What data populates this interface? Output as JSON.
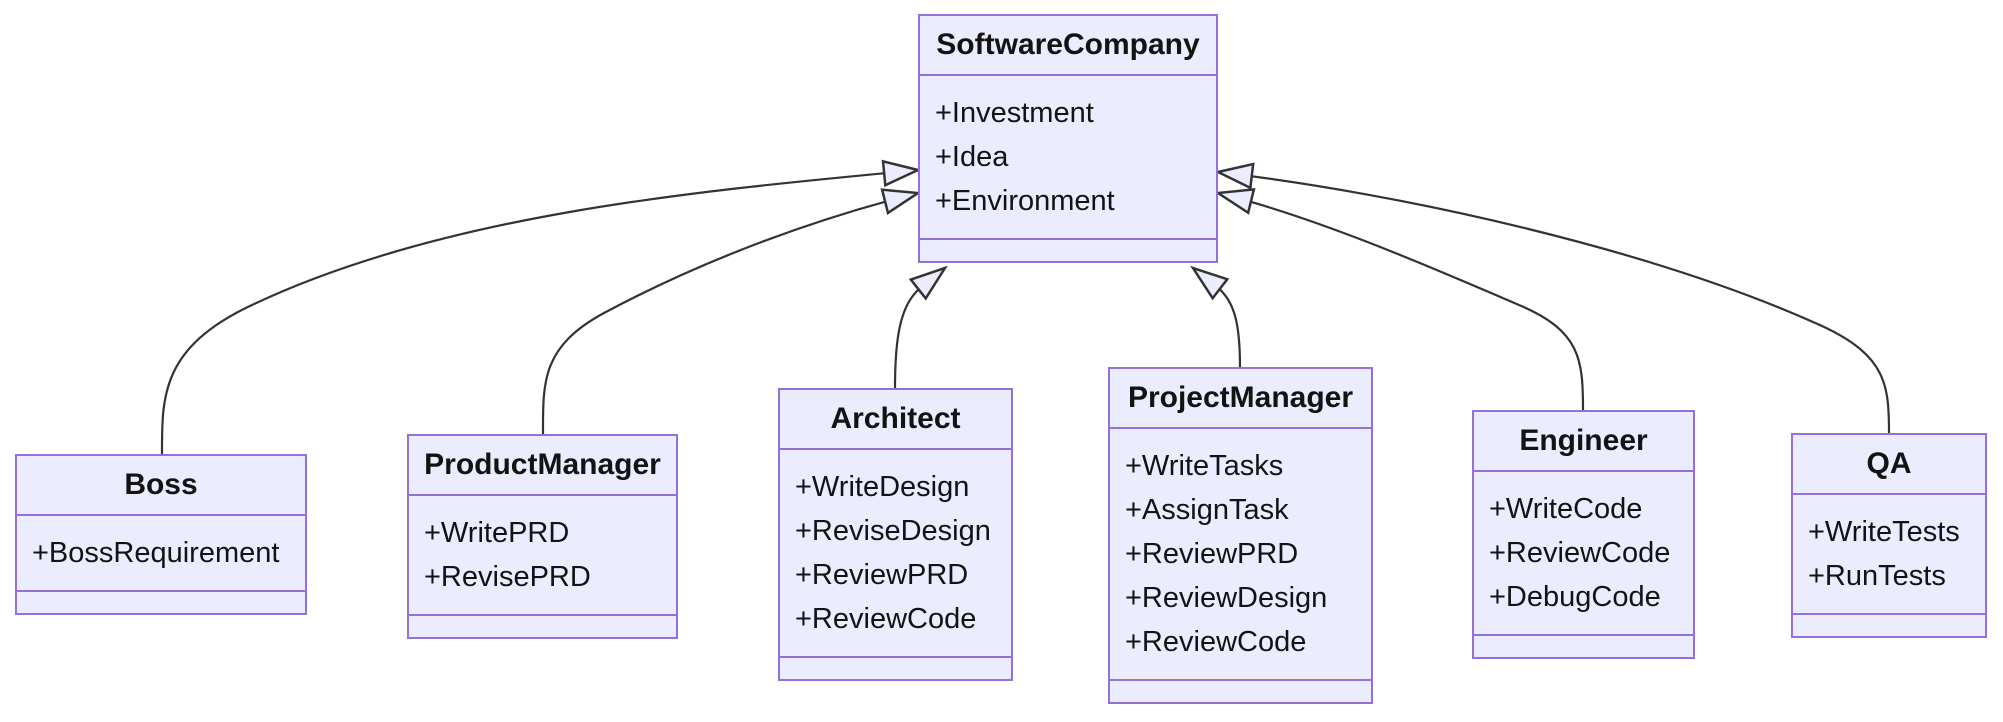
{
  "diagram": {
    "kind": "uml-class-diagram",
    "colors": {
      "class_fill": "#ECECFF",
      "class_border": "#9370DB",
      "edge_stroke": "#333333",
      "arrowhead_fill": "#ECECFF",
      "text": "#131313",
      "background": "#ffffff"
    },
    "classes": [
      {
        "name": "SoftwareCompany",
        "members": [
          "+Investment",
          "+Idea",
          "+Environment"
        ],
        "methods": []
      },
      {
        "name": "Boss",
        "members": [
          "+BossRequirement"
        ],
        "methods": []
      },
      {
        "name": "ProductManager",
        "members": [
          "+WritePRD",
          "+RevisePRD"
        ],
        "methods": []
      },
      {
        "name": "Architect",
        "members": [
          "+WriteDesign",
          "+ReviseDesign",
          "+ReviewPRD",
          "+ReviewCode"
        ],
        "methods": []
      },
      {
        "name": "ProjectManager",
        "members": [
          "+WriteTasks",
          "+AssignTask",
          "+ReviewPRD",
          "+ReviewDesign",
          "+ReviewCode"
        ],
        "methods": []
      },
      {
        "name": "Engineer",
        "members": [
          "+WriteCode",
          "+ReviewCode",
          "+DebugCode"
        ],
        "methods": []
      },
      {
        "name": "QA",
        "members": [
          "+WriteTests",
          "+RunTests"
        ],
        "methods": []
      }
    ],
    "relationships": [
      {
        "from": "Boss",
        "to": "SoftwareCompany",
        "type": "inheritance",
        "arrow": "hollow-triangle"
      },
      {
        "from": "ProductManager",
        "to": "SoftwareCompany",
        "type": "inheritance",
        "arrow": "hollow-triangle"
      },
      {
        "from": "Architect",
        "to": "SoftwareCompany",
        "type": "inheritance",
        "arrow": "hollow-triangle"
      },
      {
        "from": "ProjectManager",
        "to": "SoftwareCompany",
        "type": "inheritance",
        "arrow": "hollow-triangle"
      },
      {
        "from": "Engineer",
        "to": "SoftwareCompany",
        "type": "inheritance",
        "arrow": "hollow-triangle"
      },
      {
        "from": "QA",
        "to": "SoftwareCompany",
        "type": "inheritance",
        "arrow": "hollow-triangle"
      }
    ]
  }
}
